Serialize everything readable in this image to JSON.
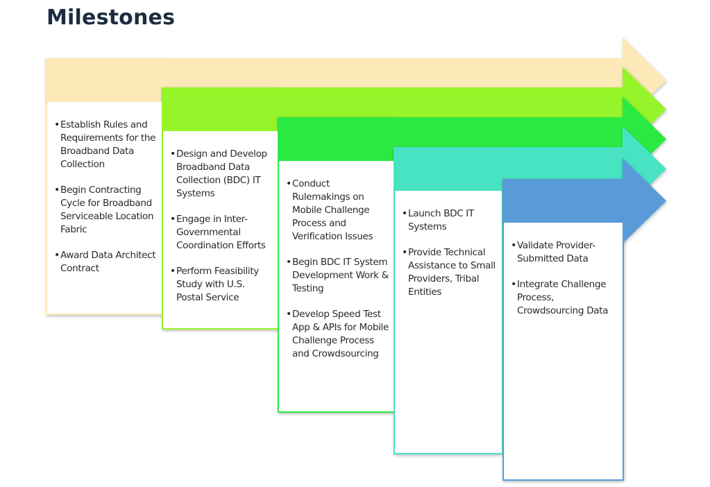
{
  "title": "Milestones",
  "phases": [
    {
      "color": "#fde9b8",
      "items": [
        "Establish Rules and Requirements for the Broadband Data Collection",
        "Begin Contracting Cycle for Broadband Serviceable Location Fabric",
        "Award Data Architect Contract"
      ]
    },
    {
      "color": "#96f42a",
      "items": [
        "Design and Develop Broadband Data Collection (BDC) IT Systems",
        "Engage in Inter-Governmental Coordination Efforts",
        "Perform Feasibility Study with U.S. Postal Service"
      ]
    },
    {
      "color": "#2bea43",
      "items": [
        "Conduct Rulemakings on Mobile Challenge Process and Verification Issues",
        "Begin BDC IT System Development Work & Testing",
        "Develop Speed Test App & APIs for Mobile Challenge Process and Crowdsourcing"
      ]
    },
    {
      "color": "#46e3c3",
      "items": [
        "Launch BDC IT Systems",
        "Provide Technical Assistance to Small Providers, Tribal Entities"
      ]
    },
    {
      "color": "#589bd8",
      "items": [
        "Validate Provider-Submitted Data",
        "Integrate Challenge Process, Crowdsourcing Data"
      ]
    }
  ]
}
